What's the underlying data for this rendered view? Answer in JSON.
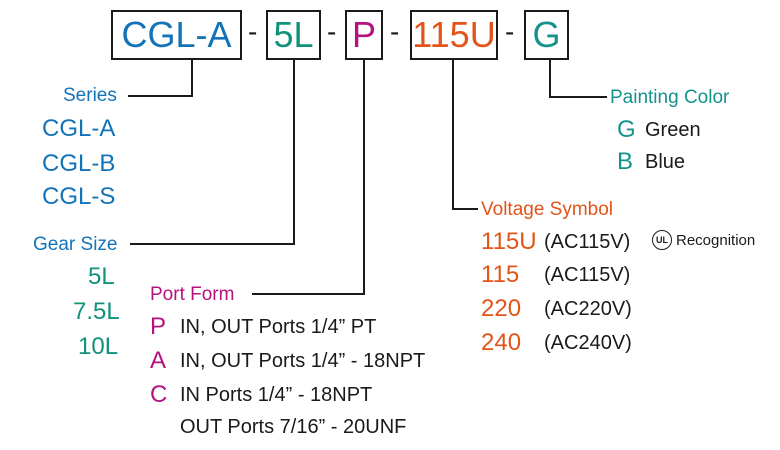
{
  "code": {
    "series": "CGL-A",
    "gear": "5L",
    "port": "P",
    "voltage": "115U",
    "color": "G",
    "sep": "-"
  },
  "series": {
    "heading": "Series",
    "items": [
      "CGL-A",
      "CGL-B",
      "CGL-S"
    ]
  },
  "gear_size": {
    "heading": "Gear Size",
    "items": [
      "5L",
      "7.5L",
      "10L"
    ]
  },
  "port_form": {
    "heading": "Port Form",
    "items": [
      {
        "code": "P",
        "desc": "IN, OUT Ports 1/4” PT"
      },
      {
        "code": "A",
        "desc": "IN, OUT Ports 1/4” - 18NPT"
      },
      {
        "code": "C",
        "desc": "IN Ports 1/4” - 18NPT"
      }
    ],
    "extra": "OUT Ports 7/16” - 20UNF"
  },
  "voltage": {
    "heading": "Voltage Symbol",
    "items": [
      {
        "code": "115U",
        "desc": "(AC115V)"
      },
      {
        "code": "115",
        "desc": "(AC115V)"
      },
      {
        "code": "220",
        "desc": "(AC220V)"
      },
      {
        "code": "240",
        "desc": "(AC240V)"
      }
    ],
    "ul_logo": "UL",
    "recognition": "Recognition"
  },
  "painting": {
    "heading": "Painting Color",
    "items": [
      {
        "code": "G",
        "desc": "Green"
      },
      {
        "code": "B",
        "desc": "Blue"
      }
    ]
  },
  "colors": {
    "series": "#1273b8",
    "gear": "#10927a",
    "port": "#b3127f",
    "voltage": "#e2541a",
    "painting": "#14938d",
    "line": "#1a1a1a"
  }
}
